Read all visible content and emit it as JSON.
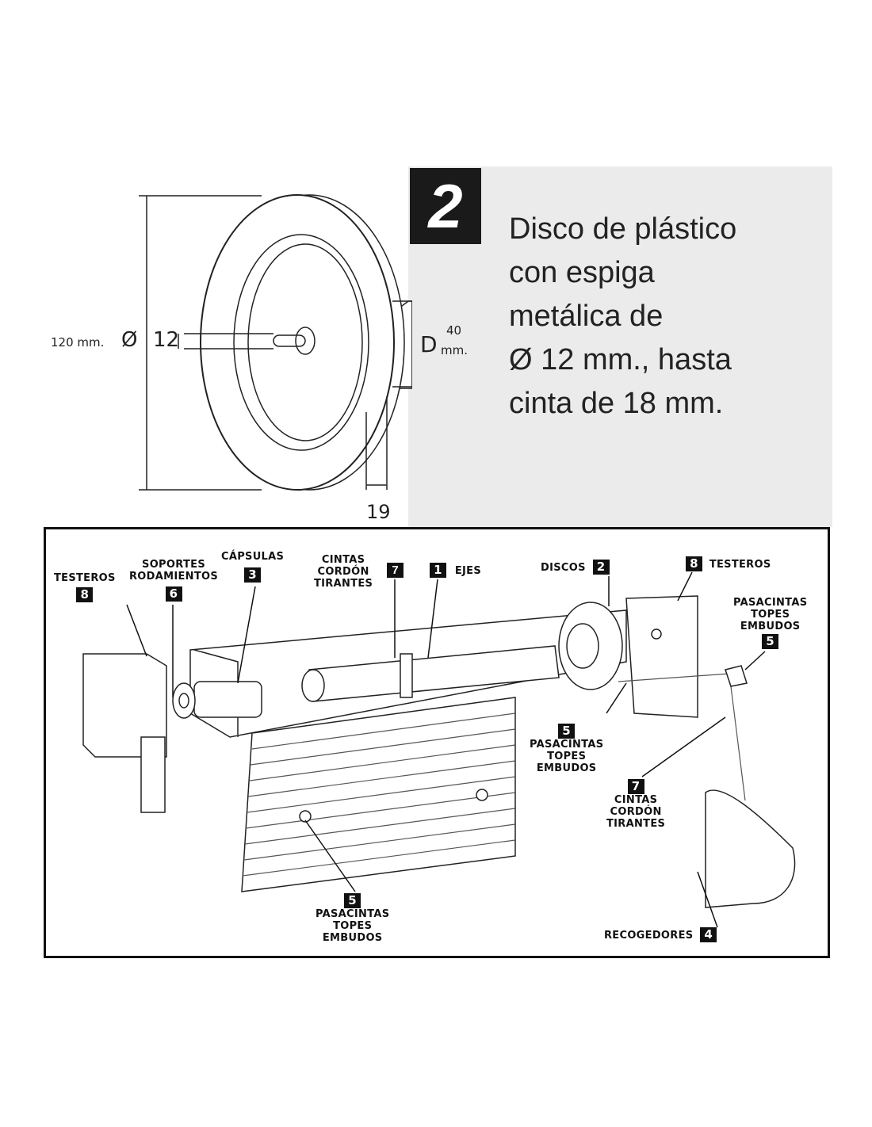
{
  "header": {
    "number": "2",
    "description_lines": [
      "Disco de plástico",
      "con espiga",
      "metálica de",
      "Ø 12 mm., hasta",
      "cinta de 18 mm."
    ]
  },
  "disc_dimensions": {
    "diameter": "120 mm.",
    "diameter_symbol": "Ø",
    "axle": "12",
    "hub_label": "D",
    "hub_value": "40",
    "hub_unit": "mm.",
    "width": "19"
  },
  "parts": {
    "testeros_left": {
      "label": "TESTEROS",
      "number": "8"
    },
    "soportes": {
      "label_1": "SOPORTES",
      "label_2": "RODAMIENTOS",
      "number": "6"
    },
    "capsulas": {
      "label": "CÁPSULAS",
      "number": "3"
    },
    "cintas_top": {
      "label_1": "CINTAS",
      "label_2": "CORDÓN",
      "label_3": "TIRANTES",
      "number": "7"
    },
    "ejes": {
      "label": "EJES",
      "number": "1"
    },
    "discos": {
      "label": "DISCOS",
      "number": "2"
    },
    "testeros_right": {
      "label": "TESTEROS",
      "number": "8"
    },
    "pasacintas_right": {
      "label_1": "PASACINTAS",
      "label_2": "TOPES",
      "label_3": "EMBUDOS",
      "number": "5"
    },
    "pasacintas_mid": {
      "label_1": "PASACINTAS",
      "label_2": "TOPES",
      "label_3": "EMBUDOS",
      "number": "5"
    },
    "cintas_right": {
      "label_1": "CINTAS",
      "label_2": "CORDÓN",
      "label_3": "TIRANTES",
      "number": "7"
    },
    "pasacintas_bottom": {
      "label_1": "PASACINTAS",
      "label_2": "TOPES",
      "label_3": "EMBUDOS",
      "number": "5"
    },
    "recogedores": {
      "label": "RECOGEDORES",
      "number": "4"
    }
  }
}
